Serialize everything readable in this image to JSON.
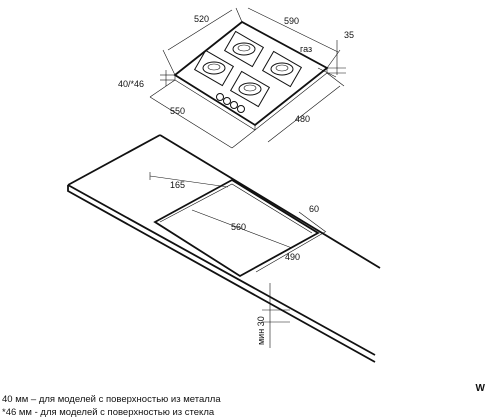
{
  "hob": {
    "dim_width_top": "520",
    "dim_depth_top": "590",
    "dim_gas": "газ",
    "dim_height_right": "35",
    "dim_thickness_left": "40/*46",
    "dim_width_bottom": "550",
    "dim_depth_bottom": "480"
  },
  "cutout": {
    "dim_offset_front": "165",
    "dim_offset_back": "60",
    "dim_length": "560",
    "dim_depth": "490",
    "dim_min_height": "мин 30"
  },
  "notes": {
    "line1": "40 мм – для моделей с поверхностью  из металла",
    "line2": "*46 мм - для моделей с поверхностью  из стекла"
  },
  "corner_mark": "W"
}
